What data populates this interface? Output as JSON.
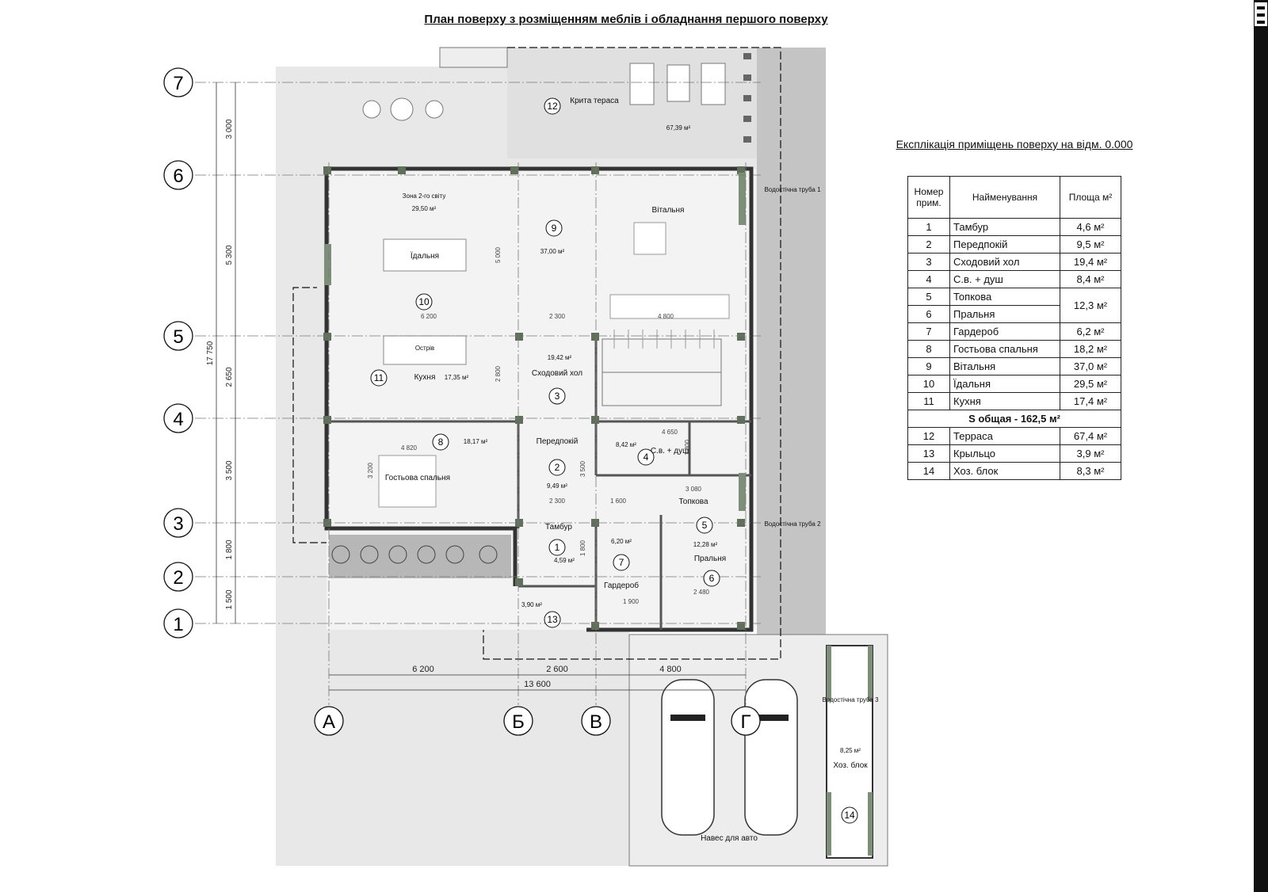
{
  "title": "План поверху з розміщенням меблів і обладнання першого поверху",
  "axes": {
    "rows": [
      "7",
      "6",
      "5",
      "4",
      "3",
      "2",
      "1"
    ],
    "cols": [
      "А",
      "Б",
      "В",
      "Г"
    ]
  },
  "dims": {
    "vertical": [
      "3 000",
      "5 300",
      "2 650",
      "3 500",
      "1 800",
      "1 500"
    ],
    "vertical_total": "17 750",
    "horizontal": [
      "6 200",
      "2 600",
      "4 800"
    ],
    "horizontal_total": "13 600",
    "inner": [
      "6 200",
      "2 300",
      "4 800",
      "5 000",
      "2 800",
      "4 820",
      "3 200",
      "3 500",
      "2 300",
      "1 600",
      "1 800",
      "4 650",
      "1 800",
      "3 080",
      "2 480",
      "1 900"
    ]
  },
  "rooms": {
    "r12": {
      "num": "12",
      "label": "Крита тераса",
      "area": "67,39 м²"
    },
    "zone": {
      "label": "Зона 2-го світу",
      "area": "29,50 м²"
    },
    "r9": {
      "num": "9",
      "label": "Вітальня",
      "area": "37,00 м²"
    },
    "dining": {
      "label": "Їдальня"
    },
    "r10": {
      "num": "10"
    },
    "island": {
      "label": "Острів"
    },
    "r11": {
      "num": "11",
      "label": "Кухня",
      "area": "17,35 м²"
    },
    "r3": {
      "num": "3",
      "label": "Сходовий хол",
      "area": "19,42 м²"
    },
    "r8": {
      "num": "8",
      "label": "Гостьова спальня",
      "area": "18,17 м²"
    },
    "r2": {
      "num": "2",
      "label": "Передпокій",
      "area": "9,49 м²"
    },
    "r4": {
      "num": "4",
      "label": "С.в. + душ",
      "area": "8,42 м²"
    },
    "r5": {
      "num": "5",
      "label": "Топкова",
      "area": "12,28 м²"
    },
    "r6": {
      "num": "6",
      "label": "Пральня"
    },
    "r1": {
      "num": "1",
      "label": "Тамбур",
      "area": "4,59 м²"
    },
    "r7": {
      "num": "7",
      "label": "Гардероб",
      "area": "6,20 м²"
    },
    "r13": {
      "num": "13",
      "area": "3,90 м²"
    },
    "r14": {
      "num": "14",
      "label": "Хоз. блок",
      "area": "8,25 м²"
    },
    "carport": {
      "label": "Навес для авто"
    },
    "pipe1": "Водостічна труба 1",
    "pipe2": "Водостічна труба 2",
    "pipe3": "Водостічна труба 3"
  },
  "explication": {
    "title": "Експлікація приміщень поверху на відм. 0.000",
    "headers": {
      "num": "Номер прим.",
      "name": "Найменування",
      "area": "Площа м²"
    },
    "rows": [
      {
        "num": "1",
        "name": "Тамбур",
        "area": "4,6 м²"
      },
      {
        "num": "2",
        "name": "Передпокій",
        "area": "9,5 м²"
      },
      {
        "num": "3",
        "name": "Сходовий хол",
        "area": "19,4 м²"
      },
      {
        "num": "4",
        "name": "С.в. + душ",
        "area": "8,4 м²"
      },
      {
        "num": "5",
        "name": "Топкова",
        "area": "12,3 м²"
      },
      {
        "num": "6",
        "name": "Пральня",
        "area": ""
      },
      {
        "num": "7",
        "name": "Гардероб",
        "area": "6,2 м²"
      },
      {
        "num": "8",
        "name": "Гостьова спальня",
        "area": "18,2 м²"
      },
      {
        "num": "9",
        "name": "Вітальня",
        "area": "37,0 м²"
      },
      {
        "num": "10",
        "name": "Їдальня",
        "area": "29,5 м²"
      },
      {
        "num": "11",
        "name": "Кухня",
        "area": "17,4 м²"
      }
    ],
    "total": "S общая - 162,5 м²",
    "extra": [
      {
        "num": "12",
        "name": "Терраса",
        "area": "67,4 м²"
      },
      {
        "num": "13",
        "name": "Крыльцо",
        "area": "3,9 м²"
      },
      {
        "num": "14",
        "name": "Хоз. блок",
        "area": "8,3 м²"
      }
    ]
  },
  "colors": {
    "wall": "#8a8a8a",
    "column": "#7d8f78",
    "site": "#e6e6e6",
    "road": "#c4c4c4"
  }
}
